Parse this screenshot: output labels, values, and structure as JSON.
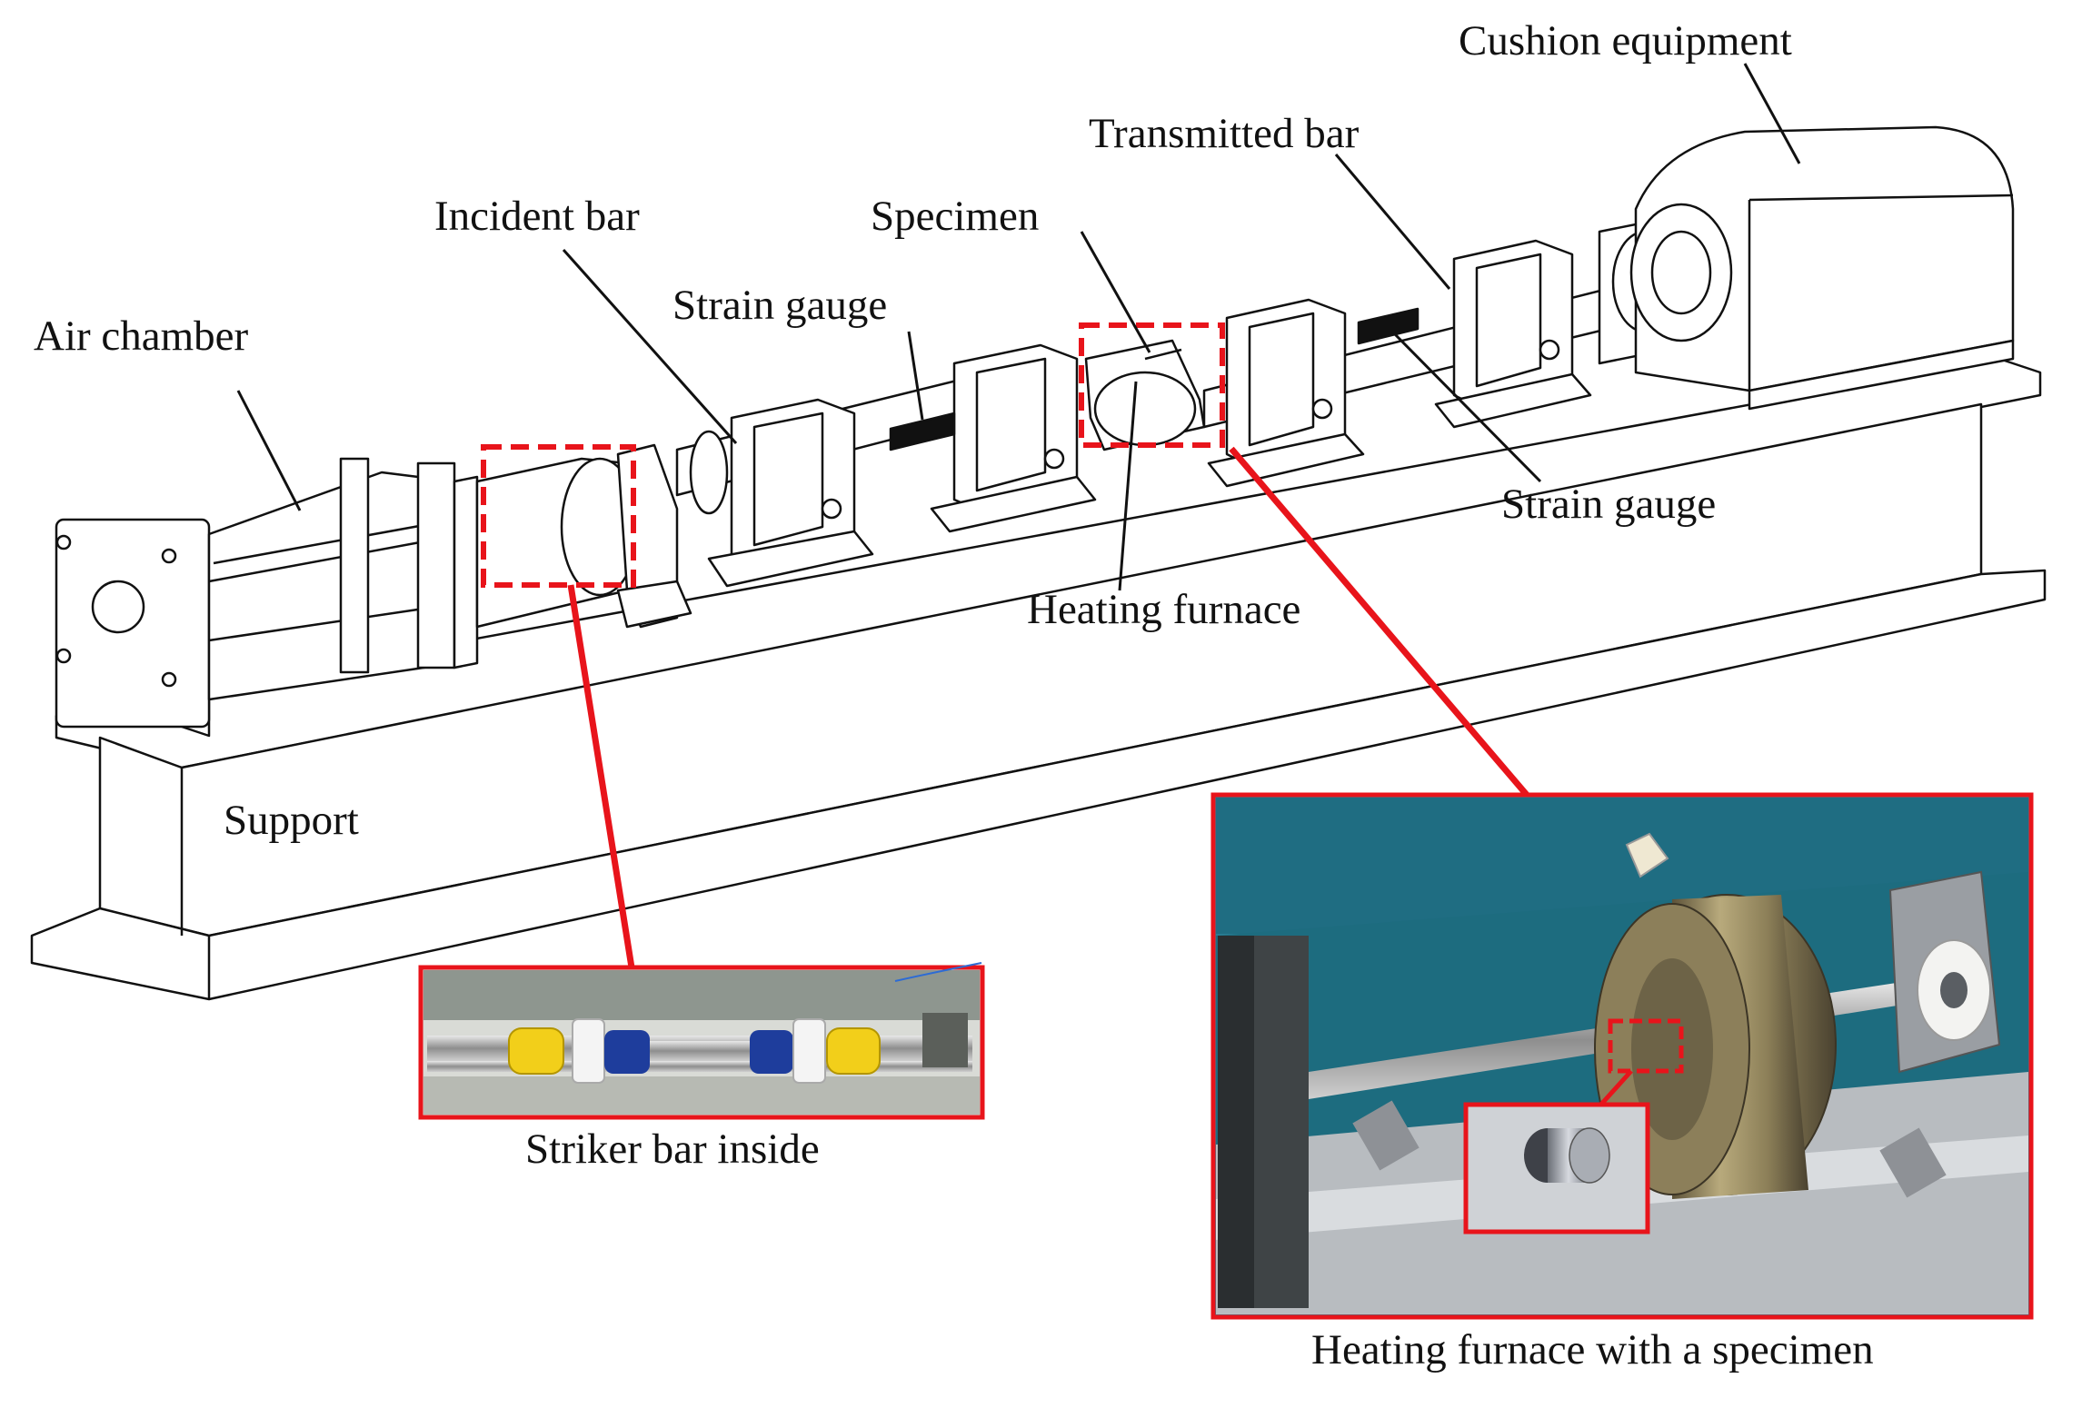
{
  "labels": {
    "cushion_equipment": "Cushion equipment",
    "transmitted_bar": "Transmitted bar",
    "incident_bar": "Incident bar",
    "specimen": "Specimen",
    "strain_gauge_1": "Strain gauge",
    "air_chamber": "Air chamber",
    "strain_gauge_2": "Strain gauge",
    "heating_furnace": "Heating furnace",
    "support": "Support"
  },
  "captions": {
    "striker": "Striker bar inside",
    "furnace_photo": "Heating furnace with a specimen"
  },
  "colors": {
    "callout": "#e8141b",
    "line": "#111111",
    "photo_bg": "#2a7f95",
    "yellow": "#f2cf1a",
    "blue": "#1e3d9c",
    "brass": "#9b8d64"
  }
}
